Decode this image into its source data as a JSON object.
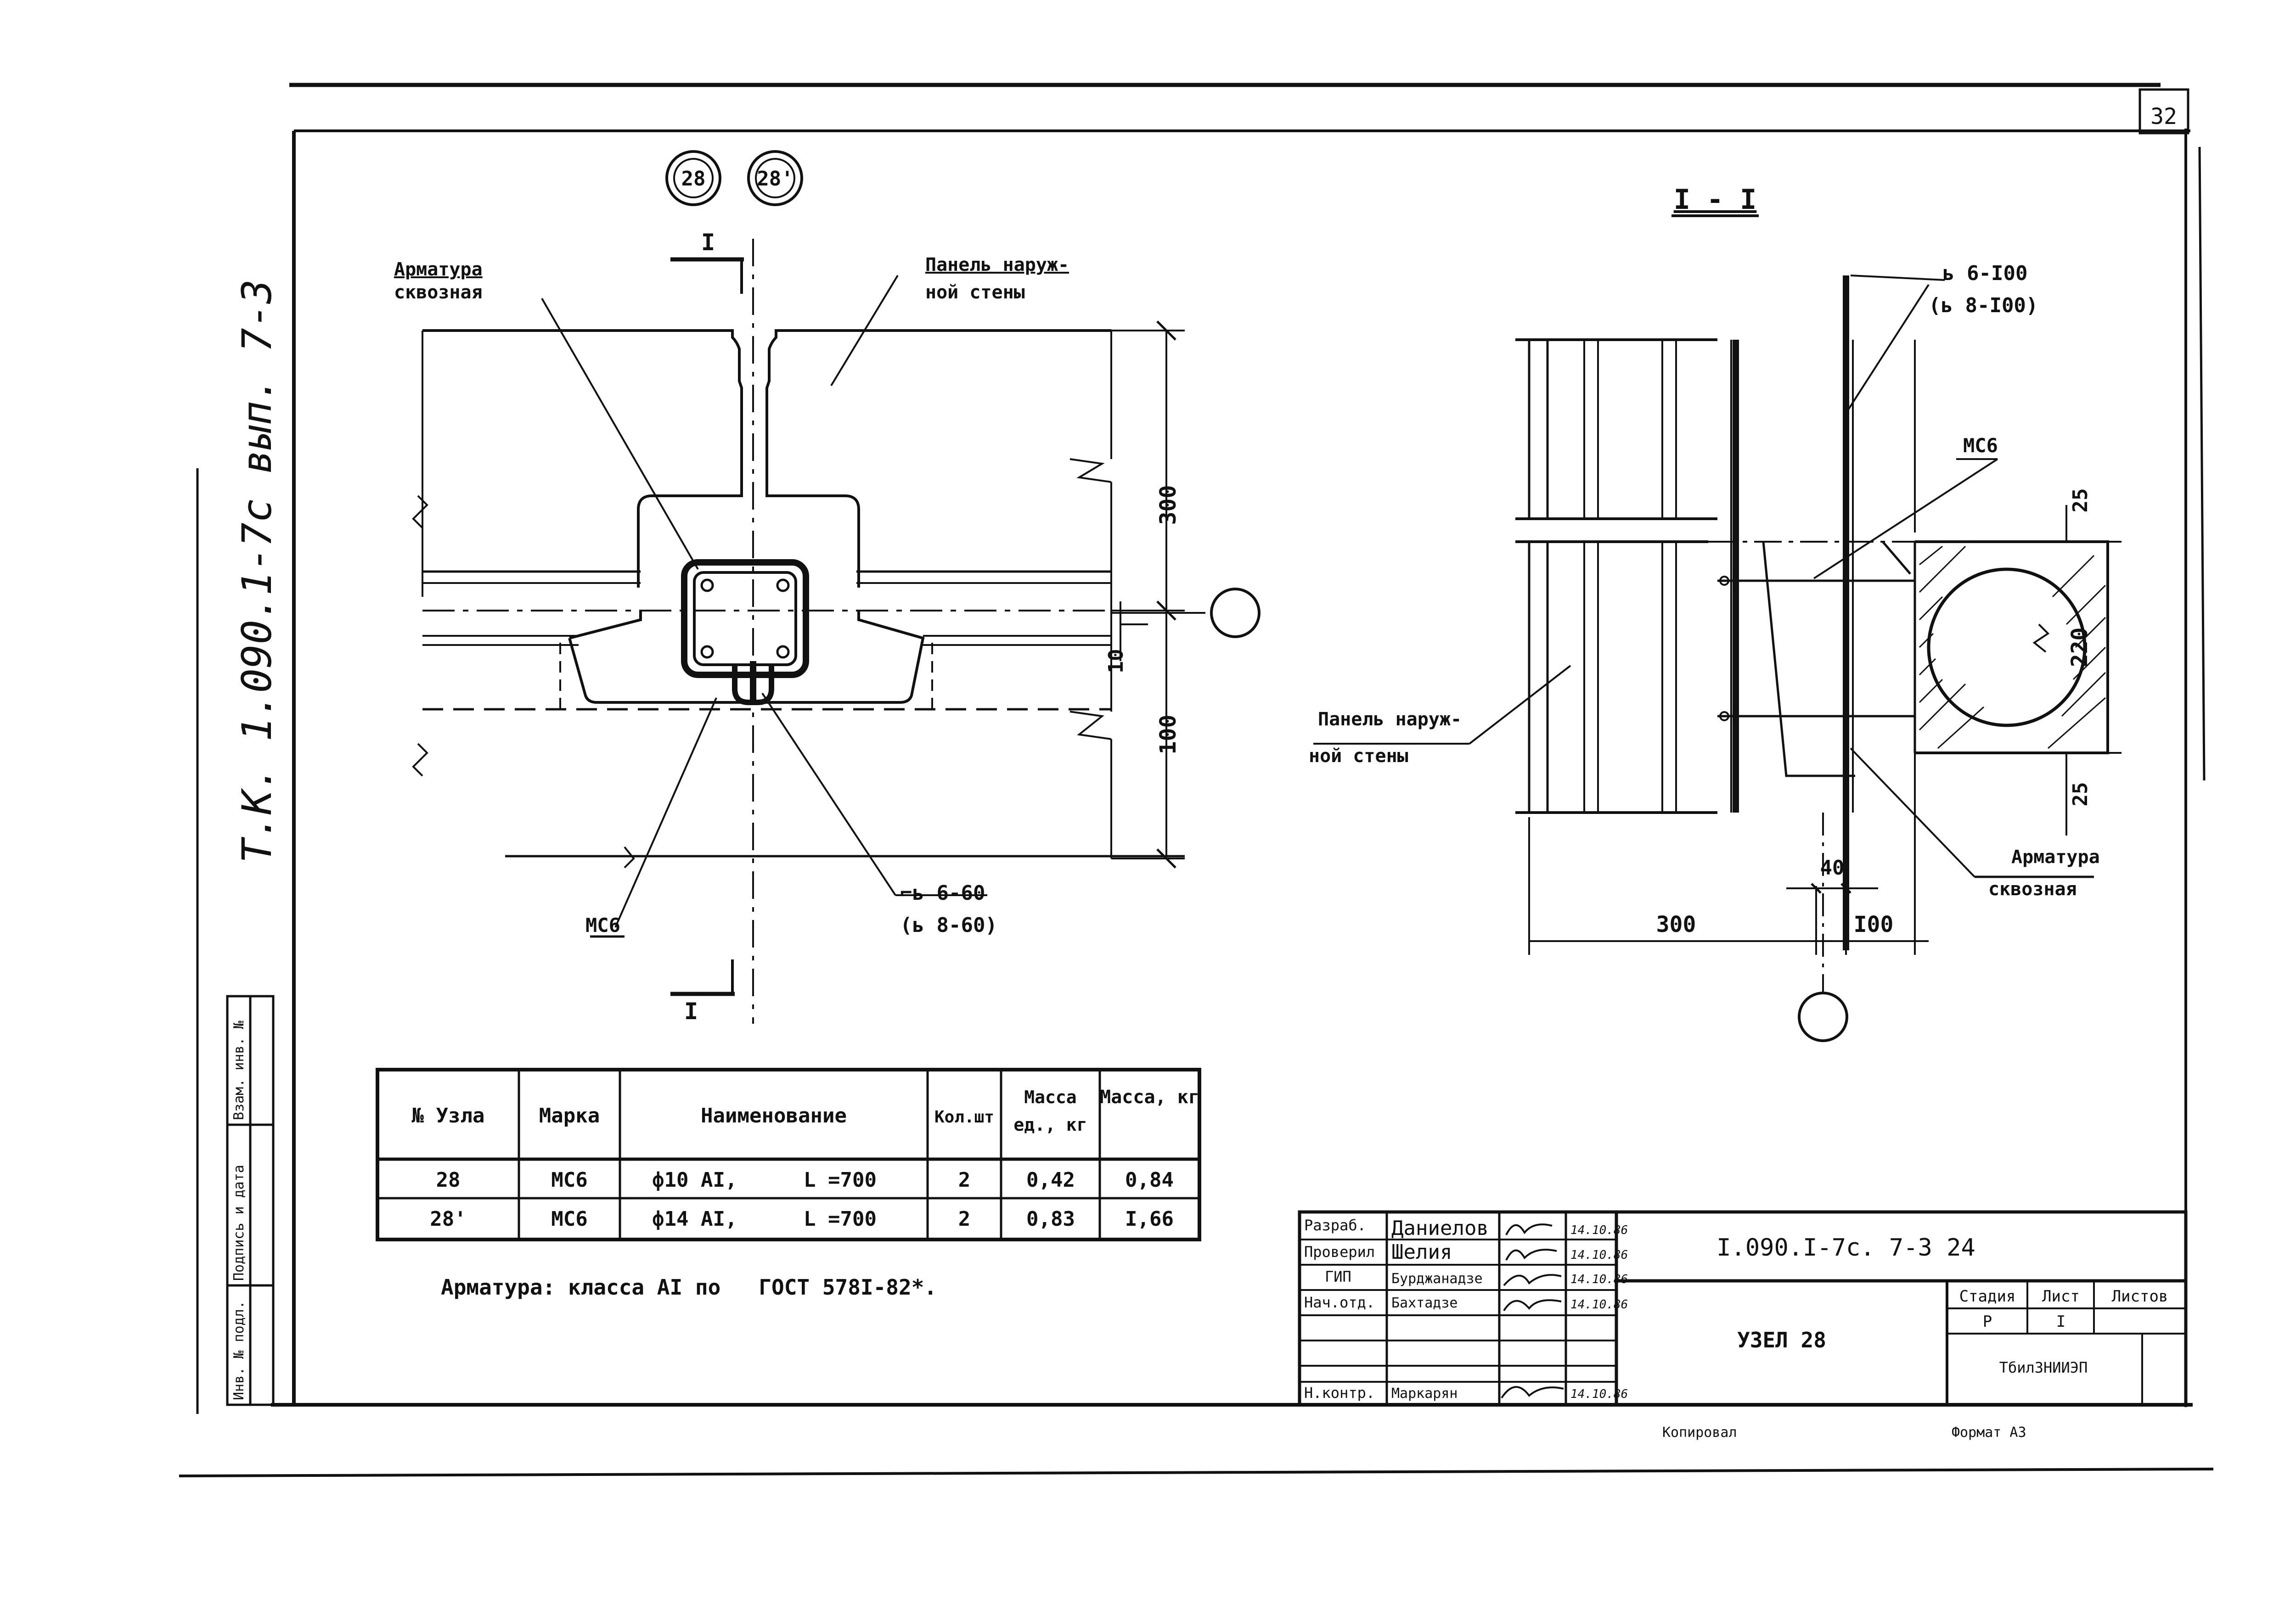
{
  "sheet": {
    "page_number": "32",
    "vertical_code": "Т.К. 1.090.1-7с вып. 7-3",
    "node_bubbles": [
      "28",
      "28'"
    ],
    "side_stamp_labels": [
      "Инв. № подл.",
      "Подпись и дата",
      "Взам. инв. №"
    ]
  },
  "plan": {
    "section_mark_top": "I",
    "section_mark_bottom": "I",
    "label_armatura_line1": "Арматура",
    "label_armatura_line2": "сквозная",
    "label_panel_line1": "Панель наруж-",
    "label_panel_line2": "ной стены",
    "label_mc": "МС6",
    "weld_line1": "⌐ь 6-60",
    "weld_line2": "(ь 8-60)",
    "dims": {
      "d300": "300",
      "d10": "10",
      "d100": "100"
    }
  },
  "section": {
    "title": "I - I",
    "weld_line1": "ь 6-I00",
    "weld_line2": "(ь 8-I00)",
    "label_mc": "МС6",
    "label_panel_line1": "Панель наруж-",
    "label_panel_line2": "ной стены",
    "label_armatura_line1": "Арматура",
    "label_armatura_line2": "сквозная",
    "dims": {
      "d25top": "25",
      "d220": "220",
      "d25bot": "25",
      "d40": "40",
      "d300": "300",
      "d100": "I00"
    }
  },
  "spec_table": {
    "headers": [
      "№ Узла",
      "Марка",
      "Наименование",
      "Кол.шт",
      "Масса ед., кг",
      "Масса, кг"
    ],
    "rows": [
      {
        "node": "28",
        "mark": "МС6",
        "name": "ф10 АI,",
        "length": "L =700",
        "qty": "2",
        "unit_mass": "0,42",
        "mass": "0,84"
      },
      {
        "node": "28'",
        "mark": "МС6",
        "name": "ф14 АI,",
        "length": "L =700",
        "qty": "2",
        "unit_mass": "0,83",
        "mass": "I,66"
      }
    ]
  },
  "note": "Арматура: класса АI по   ГОСТ 578I-82*.",
  "title_block": {
    "roles": [
      "Разраб.",
      "Проверил",
      "ГИП",
      "Нач.отд.",
      "",
      "",
      "Н.контр."
    ],
    "names": [
      "Даниелов",
      "Шелия",
      "Бурджанадзе",
      "Бахтадзе",
      "",
      "",
      "Маркарян"
    ],
    "dates": [
      "14.10.86",
      "14.10.86",
      "14.10.86",
      "14.10.86",
      "",
      "",
      "14.10.86"
    ],
    "doc_code": "I.090.I-7с. 7-3 24",
    "title": "УЗЕЛ 28",
    "stage_header": "Стадия",
    "sheet_header": "Лист",
    "sheets_header": "Листов",
    "stage": "Р",
    "sheet": "I",
    "sheets": "",
    "org": "ТбилЗНИИЭП",
    "copied": "Копировал",
    "format": "Формат А3"
  }
}
